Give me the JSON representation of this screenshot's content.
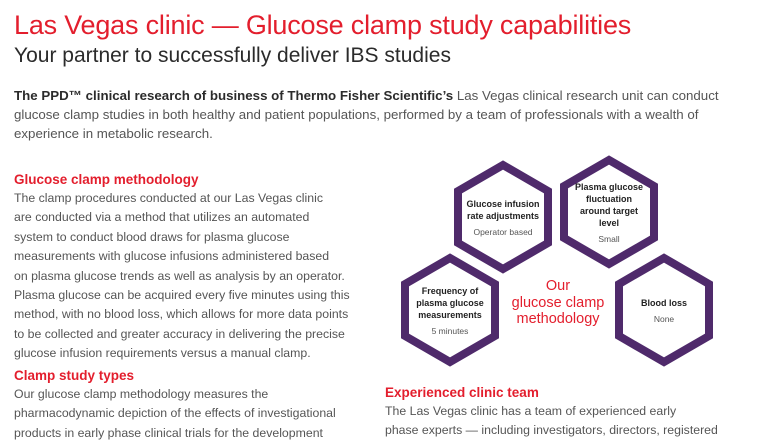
{
  "title": "Las Vegas clinic — Glucose clamp study capabilities",
  "subtitle": "Your partner to successfully deliver IBS studies",
  "intro": {
    "bold": "The PPD™ clinical research of business of Thermo Fisher Scientific’s",
    "text": " Las Vegas clinical research unit can conduct glucose clamp studies in both healthy and patient populations, performed by a team of professionals with a wealth of experience in metabolic research."
  },
  "methodology": {
    "heading": "Glucose clamp methodology",
    "lines": [
      "The clamp procedures conducted at our Las Vegas clinic",
      "are conducted via a method that utilizes an automated",
      "system to conduct blood draws for plasma glucose",
      "measurements with glucose infusions administered based",
      "on plasma glucose trends as well as analysis by an operator.",
      "Plasma glucose can be acquired every five minutes using this",
      "method, with no blood loss, which allows for more data points",
      "to be collected and greater accuracy in delivering the precise",
      "glucose infusion requirements versus a manual clamp."
    ]
  },
  "study_types": {
    "heading": "Clamp study types",
    "lines": [
      "Our glucose clamp methodology measures the",
      "pharmacodynamic depiction of the effects of investigational",
      "products in early phase clinical trials for the development"
    ]
  },
  "diagram": {
    "center": [
      "Our",
      "glucose clamp",
      "methodology"
    ],
    "hexes": [
      {
        "title": "Glucose infusion rate adjustments",
        "value": "Operator based"
      },
      {
        "title": "Plasma glucose fluctuation around target level",
        "value": "Small"
      },
      {
        "title": "Frequency of plasma glucose measurements",
        "value": "5 minutes"
      },
      {
        "title": "Blood loss",
        "value": "None"
      }
    ],
    "color": "#4f2a6b"
  },
  "team": {
    "heading": "Experienced clinic team",
    "lines": [
      "The Las Vegas clinic has a team of experienced early",
      "phase experts — including investigators, directors, registered"
    ]
  }
}
